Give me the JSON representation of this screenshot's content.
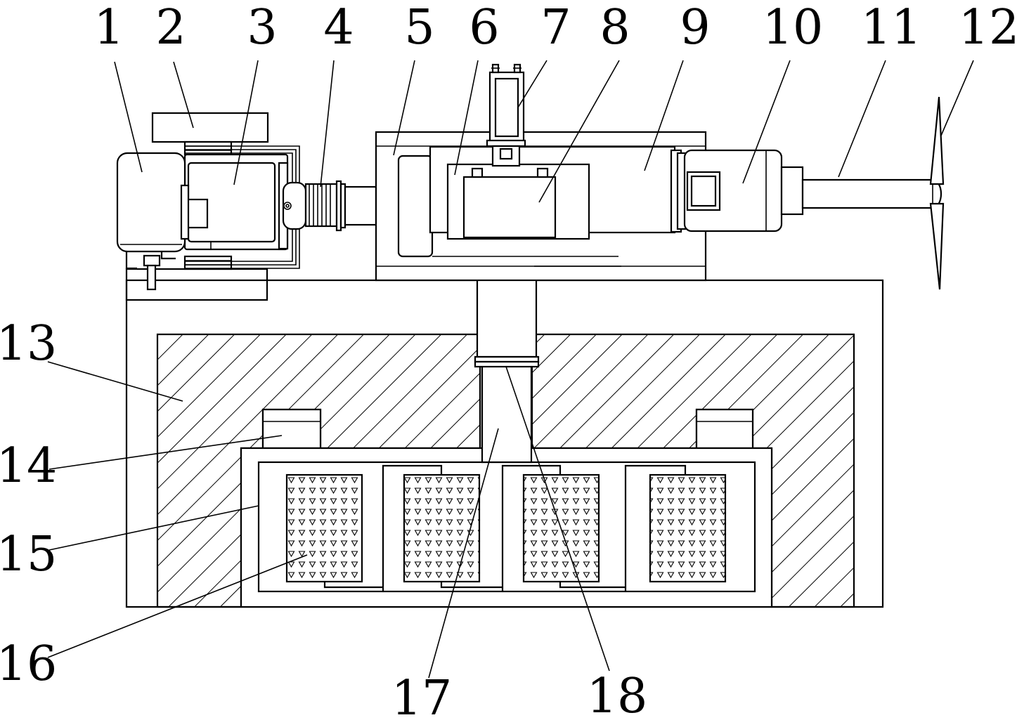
{
  "labels": [
    "1",
    "2",
    "3",
    "4",
    "5",
    "6",
    "7",
    "8",
    "9",
    "10",
    "11",
    "12",
    "13",
    "14",
    "15",
    "16",
    "17",
    "18"
  ],
  "hatch_pattern": "diagonal",
  "filter_texture": "inverted-triangles",
  "colors": {
    "line": "#000000",
    "background": "#ffffff"
  }
}
